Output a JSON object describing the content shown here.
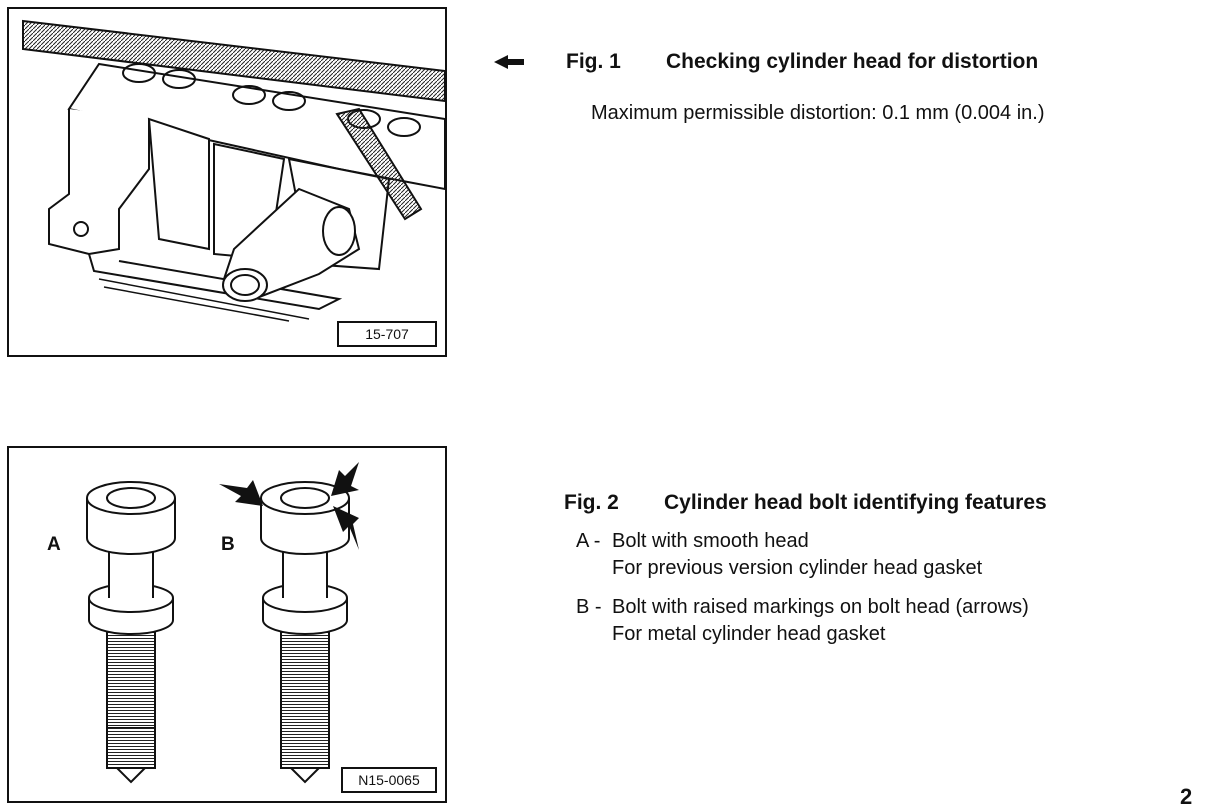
{
  "figure1": {
    "image_id": "15-707",
    "caption_number": "Fig. 1",
    "caption_title": "Checking cylinder head for distortion",
    "spec_text": "Maximum permissible distortion:  0.1 mm (0.004 in.)"
  },
  "figure2": {
    "image_id": "N15-0065",
    "bolt_a_letter": "A",
    "bolt_b_letter": "B",
    "caption_number": "Fig. 2",
    "caption_title": "Cylinder head bolt identifying features",
    "legend": [
      {
        "key": "A -",
        "line1": "Bolt with smooth head",
        "line2": "For previous version cylinder head gasket"
      },
      {
        "key": "B -",
        "line1": "Bolt with raised markings on bolt head (arrows)",
        "line2": "For metal cylinder head gasket"
      }
    ]
  },
  "page_number": "2",
  "icons": {
    "pointer": "left-pointer-arrow-icon"
  }
}
